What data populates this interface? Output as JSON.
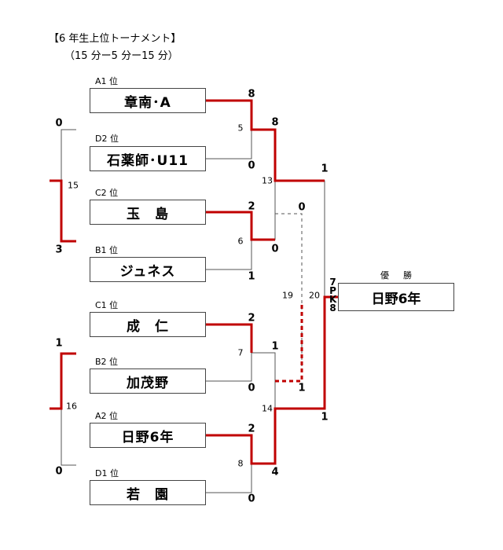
{
  "header": {
    "title": "【6 年生上位トーナメント】",
    "subtitle": "（15 分ー5 分ー15 分）"
  },
  "teams": [
    {
      "seed": "A1 位",
      "name": "章南･A"
    },
    {
      "seed": "D2 位",
      "name": "石薬師･U11"
    },
    {
      "seed": "C2 位",
      "name": "玉　島"
    },
    {
      "seed": "B1 位",
      "name": "ジュネス"
    },
    {
      "seed": "C1 位",
      "name": "成　仁"
    },
    {
      "seed": "B2 位",
      "name": "加茂野"
    },
    {
      "seed": "A2 位",
      "name": "日野6年"
    },
    {
      "seed": "D1 位",
      "name": "若　園"
    }
  ],
  "scores": {
    "m5_a": "8",
    "m5_b": "0",
    "m6_a": "2",
    "m6_b": "1",
    "m7_a": "2",
    "m7_b": "0",
    "m8_a": "2",
    "m8_b": "0",
    "m13_a": "8",
    "m13_b": "0",
    "m14_a": "1",
    "m14_b": "4",
    "m15_a": "0",
    "m15_b": "3",
    "m16_a": "1",
    "m16_b": "0",
    "m19_a": "0",
    "m19_b": "1",
    "m20_a": "1",
    "m20_b": "1"
  },
  "match_numbers": {
    "m5": "5",
    "m6": "6",
    "m7": "7",
    "m8": "8",
    "m13": "13",
    "m14": "14",
    "m15": "15",
    "m16": "16",
    "m19": "19",
    "m20": "20"
  },
  "final": {
    "label": "優勝",
    "champion": "日野6年",
    "pk_top": "7",
    "pk_p": "P",
    "pk_k": "K",
    "pk_bottom": "8"
  },
  "colors": {
    "winner": "#c00000",
    "line": "#555555"
  }
}
